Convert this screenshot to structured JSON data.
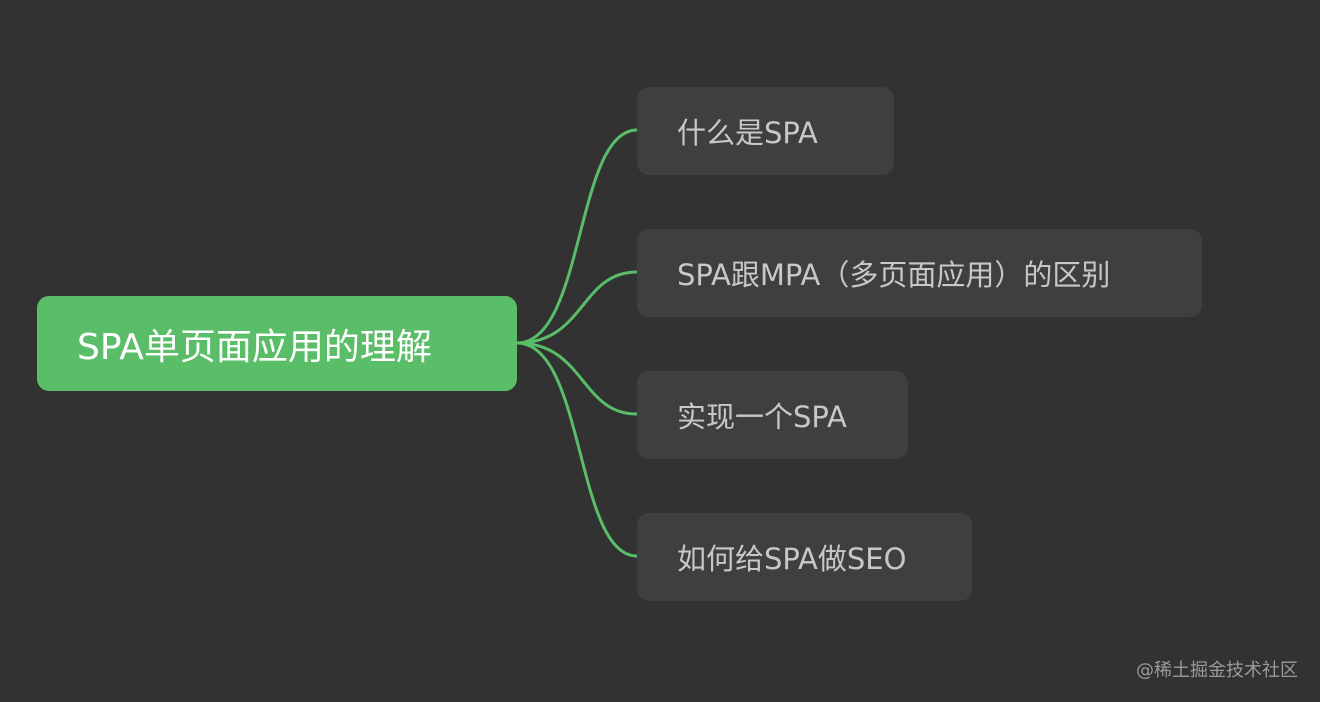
{
  "mindmap": {
    "root": {
      "label": "SPA单页面应用的理解"
    },
    "children": [
      {
        "label": "什么是SPA"
      },
      {
        "label": "SPA跟MPA（多页面应用）的区别"
      },
      {
        "label": "实现一个SPA"
      },
      {
        "label": "如何给SPA做SEO"
      }
    ]
  },
  "watermark": "@稀土掘金技术社区",
  "colors": {
    "background": "#323232",
    "root_fill": "#5abd68",
    "root_text": "#ffffff",
    "child_fill": "#3f3f3f",
    "child_text": "#c8c8c8",
    "connector": "#5abd68",
    "watermark_text": "#9a9a9a"
  }
}
